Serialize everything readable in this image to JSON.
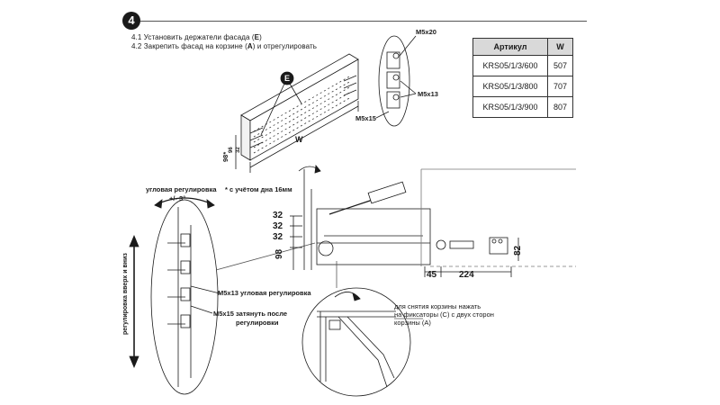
{
  "step": {
    "number": "4",
    "instructions": [
      {
        "pre": "4.1 Установить держатели фасада (",
        "key": "E",
        "post": ")"
      },
      {
        "pre": "4.2 Закрепить фасад на корзине (",
        "key": "A",
        "post": ") и отрегулировать"
      }
    ]
  },
  "table": {
    "headers": [
      "Артикул",
      "W"
    ],
    "rows": [
      {
        "code": "KRS05/1/3/600",
        "w": "507"
      },
      {
        "code": "KRS05/1/3/800",
        "w": "707"
      },
      {
        "code": "KRS05/1/3/900",
        "w": "807"
      }
    ]
  },
  "labels": {
    "callout_e": "E",
    "screw_m5x20": "M5x20",
    "screw_m5x13": "M5x13",
    "screw_m5x15": "M5x15",
    "width_w": "W",
    "dim_98_star": "98*",
    "dim_96": "96",
    "dim_32": "32",
    "footnote": "* с учётом дна 16мм",
    "angular_adjust_title": "угловая регулировка",
    "angular_adjust_value": "+/- 3°",
    "vertical_adjust": "регулировка вверх и вниз",
    "m5x13_angular": "M5x13 угловая регулировка",
    "m5x15_line1": "M5x15 затянуть после",
    "m5x15_line2": "регулировки",
    "dim_32a": "32",
    "dim_32b": "32",
    "dim_32c": "32",
    "dim_98": "98",
    "dim_45": "45",
    "dim_224": "224",
    "dim_82": "82",
    "removal_note": [
      "для снятия корзины нажать",
      "на фиксаторы (C) с двух сторон",
      "корзины (A)"
    ]
  },
  "colors": {
    "ink": "#1a1a1a",
    "grid": "#777777",
    "table_header": "#d9d9d9"
  }
}
